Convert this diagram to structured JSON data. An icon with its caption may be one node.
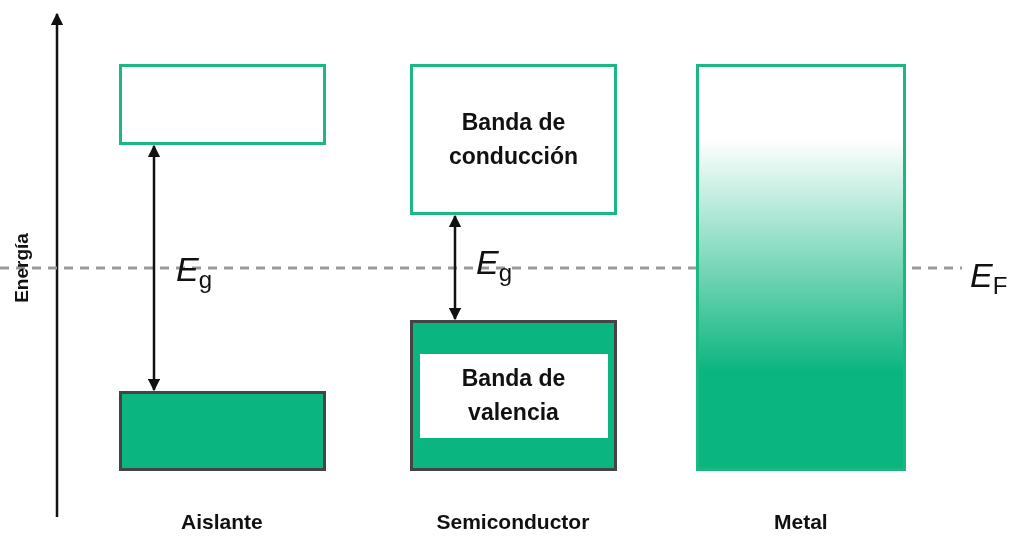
{
  "diagram": {
    "nodes": [
      {
        "text": [],
        "shape": "box"
      },
      {
        "text": [],
        "shape": "box"
      },
      {
        "text": [
          "Banda de conducción"
        ]
      },
      {
        "text": [
          "Banda de valencia"
        ]
      },
      {
        "text": [],
        "shape": "box"
      }
    ],
    "edges": [
      {
        "from": 0,
        "to": 1,
        "arrow": "both",
        "label": "*E*$_{g}$"
      },
      {
        "from": 2,
        "to": 3,
        "arrow": "both",
        "label": "*E*$_{g}$"
      }
    ],
    "labels": [
      "Energía",
      "*E*$_{F}$",
      "Aislante",
      "Semiconductor",
      "Metal"
    ]
  }
}
